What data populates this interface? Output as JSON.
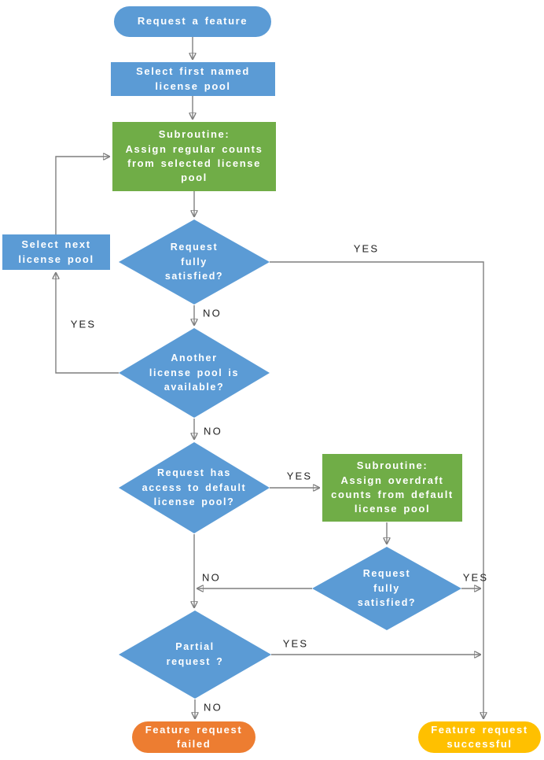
{
  "diagram": {
    "type": "flowchart",
    "background": "#FFFFFF",
    "colors": {
      "process": "#5B9BD5",
      "subroutine": "#70AD47",
      "terminator_start": "#5B9BD5",
      "terminator_fail": "#ED7D31",
      "terminator_success": "#FFC000",
      "connector": "#7F7F7F",
      "node_text": "#FFFFFF",
      "edge_label_text": "#1F1F1F"
    },
    "nodes": {
      "start": {
        "shape": "terminator",
        "label": "Request a feature"
      },
      "select_first_pool": {
        "shape": "process",
        "label": "Select first named\nlicense pool"
      },
      "assign_regular": {
        "shape": "subroutine",
        "label": "Subroutine:\nAssign regular counts\nfrom selected license\npool"
      },
      "fully_satisfied_1": {
        "shape": "decision",
        "label": "Request\nfully\nsatisfied?"
      },
      "select_next_pool": {
        "shape": "process",
        "label": "Select next\nlicense pool"
      },
      "another_pool": {
        "shape": "decision",
        "label": "Another\nlicense pool is\navailable?"
      },
      "access_default": {
        "shape": "decision",
        "label": "Request has\naccess to default\nlicense pool?"
      },
      "assign_overdraft": {
        "shape": "subroutine",
        "label": "Subroutine:\nAssign overdraft\ncounts from default\nlicense pool"
      },
      "fully_satisfied_2": {
        "shape": "decision",
        "label": "Request\nfully\nsatisfied?"
      },
      "partial_request": {
        "shape": "decision",
        "label": "Partial\nrequest ?"
      },
      "fail": {
        "shape": "terminator",
        "label": "Feature request\nfailed"
      },
      "success": {
        "shape": "terminator",
        "label": "Feature request\nsuccessful"
      }
    },
    "edge_labels": {
      "fully_satisfied_1_yes": "YES",
      "fully_satisfied_1_no": "NO",
      "another_pool_yes": "YES",
      "another_pool_no": "NO",
      "access_default_yes": "YES",
      "merge_no": "NO",
      "fully_satisfied_2_yes": "YES",
      "partial_request_yes": "YES",
      "partial_request_no": "NO"
    },
    "edges": [
      {
        "from": "start",
        "to": "select_first_pool",
        "label": ""
      },
      {
        "from": "select_first_pool",
        "to": "assign_regular",
        "label": ""
      },
      {
        "from": "assign_regular",
        "to": "fully_satisfied_1",
        "label": ""
      },
      {
        "from": "fully_satisfied_1",
        "to": "success",
        "label": "YES"
      },
      {
        "from": "fully_satisfied_1",
        "to": "another_pool",
        "label": "NO"
      },
      {
        "from": "another_pool",
        "to": "select_next_pool",
        "label": "YES"
      },
      {
        "from": "select_next_pool",
        "to": "assign_regular",
        "label": ""
      },
      {
        "from": "another_pool",
        "to": "access_default",
        "label": "NO"
      },
      {
        "from": "access_default",
        "to": "assign_overdraft",
        "label": "YES"
      },
      {
        "from": "assign_overdraft",
        "to": "fully_satisfied_2",
        "label": ""
      },
      {
        "from": "access_default",
        "to": "partial_request",
        "label": "NO"
      },
      {
        "from": "fully_satisfied_2",
        "to": "partial_request",
        "label": "NO"
      },
      {
        "from": "fully_satisfied_2",
        "to": "success",
        "label": "YES"
      },
      {
        "from": "partial_request",
        "to": "success",
        "label": "YES"
      },
      {
        "from": "partial_request",
        "to": "fail",
        "label": "NO"
      }
    ]
  }
}
